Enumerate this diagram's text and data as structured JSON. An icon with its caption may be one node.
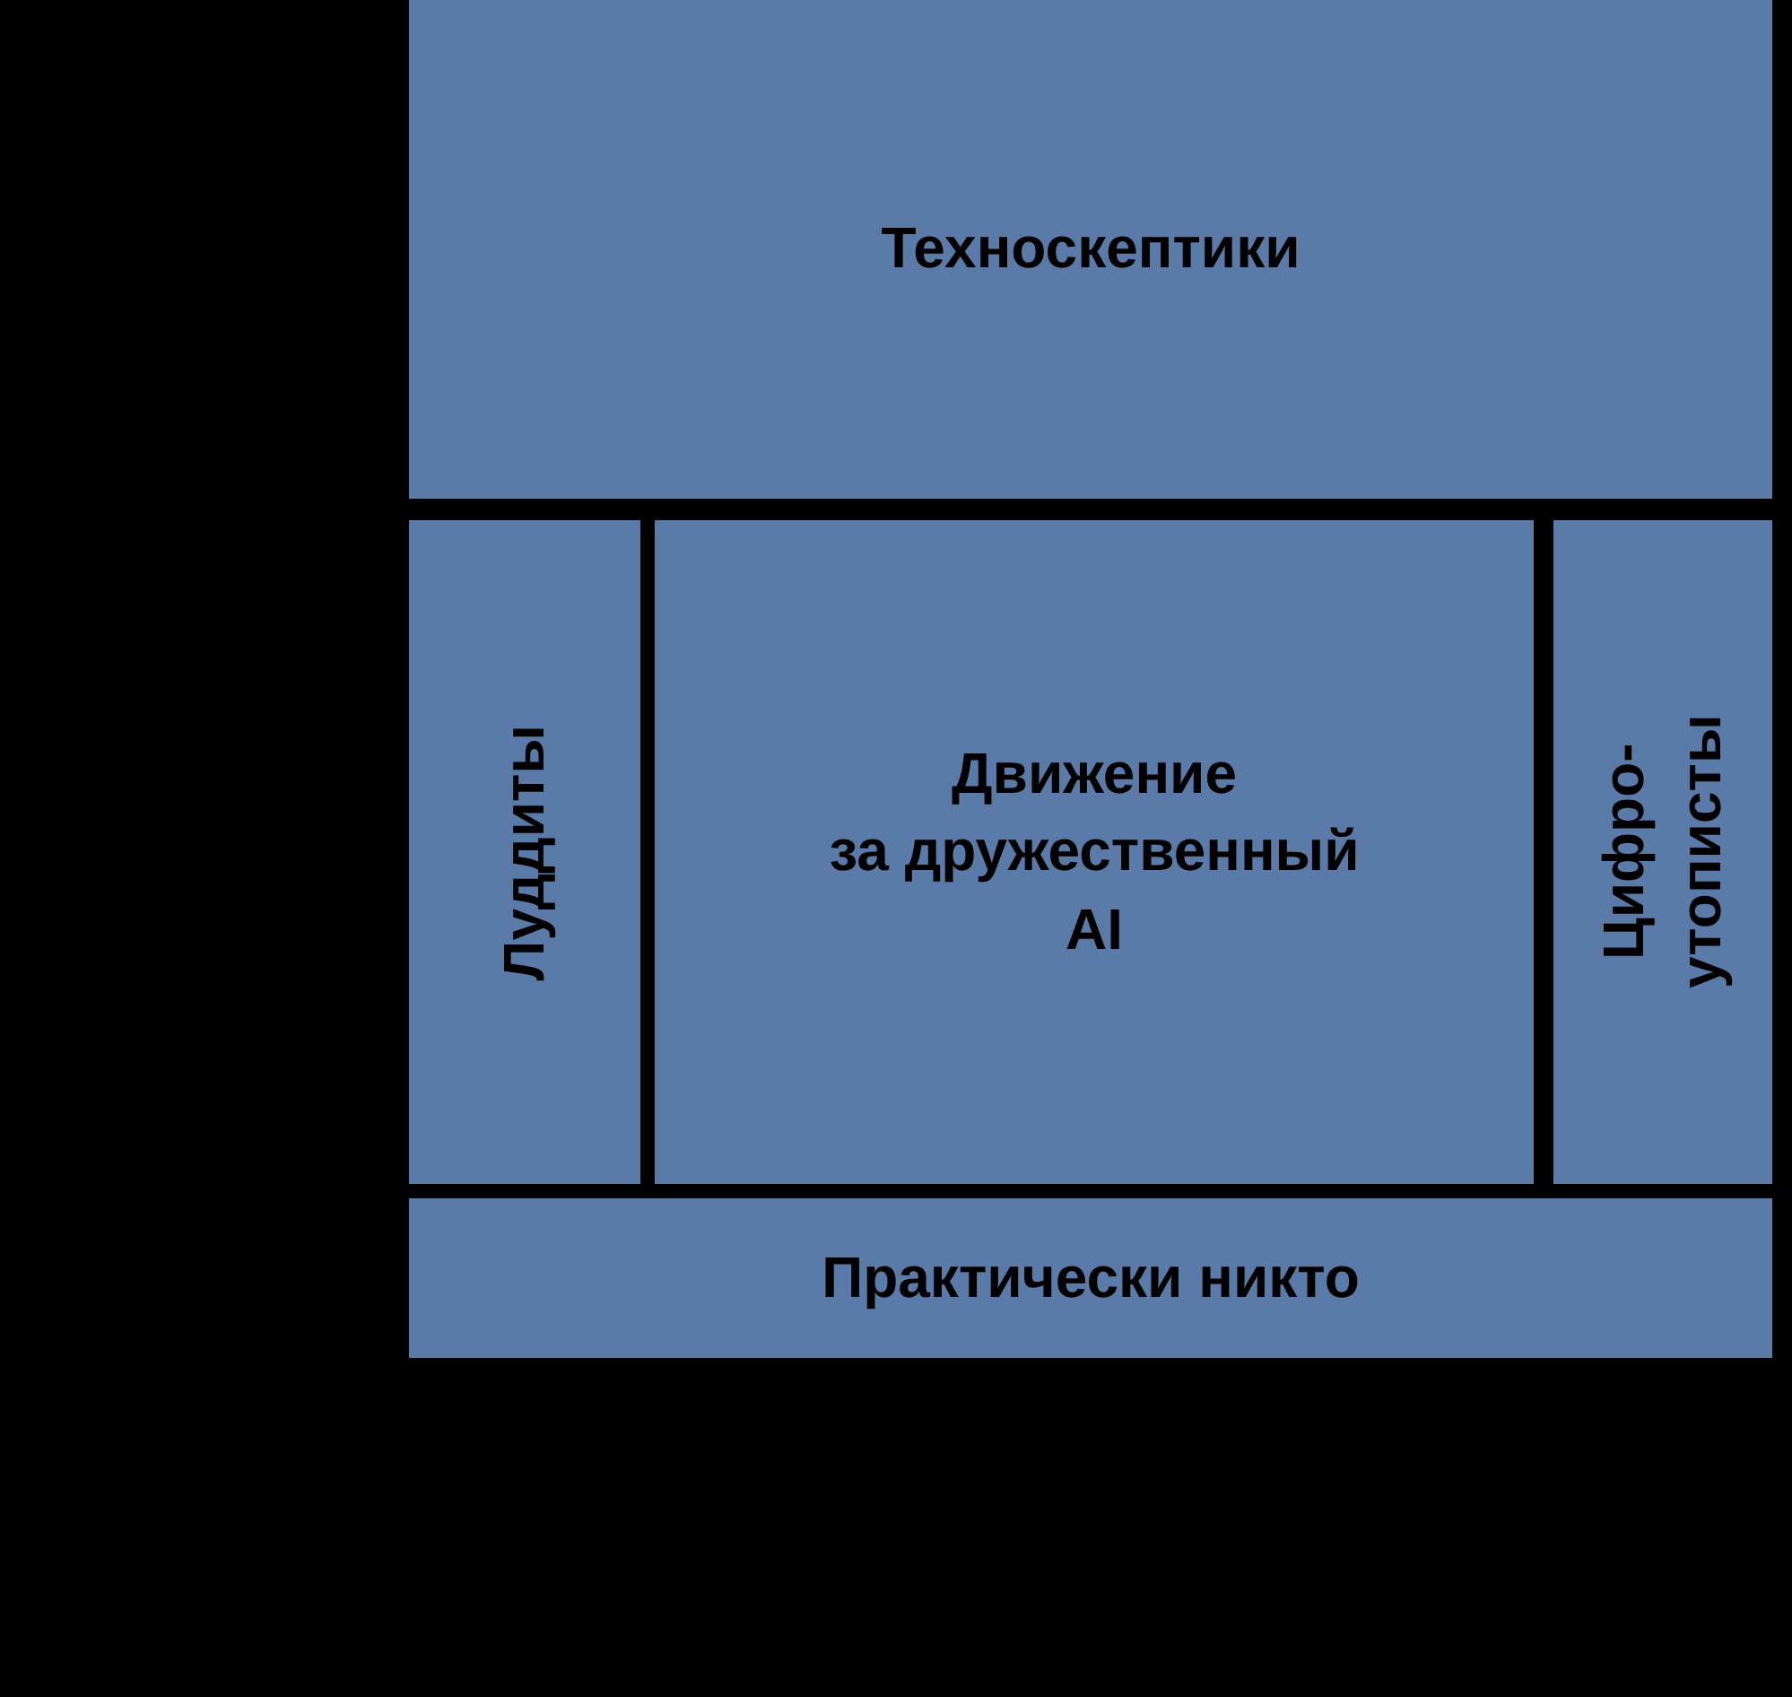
{
  "diagram": {
    "nodes": [
      {
        "text": [
          "Техноскептики"
        ]
      },
      {
        "text": [
          "Луддиты"
        ]
      },
      {
        "text": [
          "Движение за дружественный AI"
        ]
      },
      {
        "text": [
          "Цифро-утописты"
        ]
      },
      {
        "text": [
          "Практически никто"
        ]
      }
    ]
  }
}
